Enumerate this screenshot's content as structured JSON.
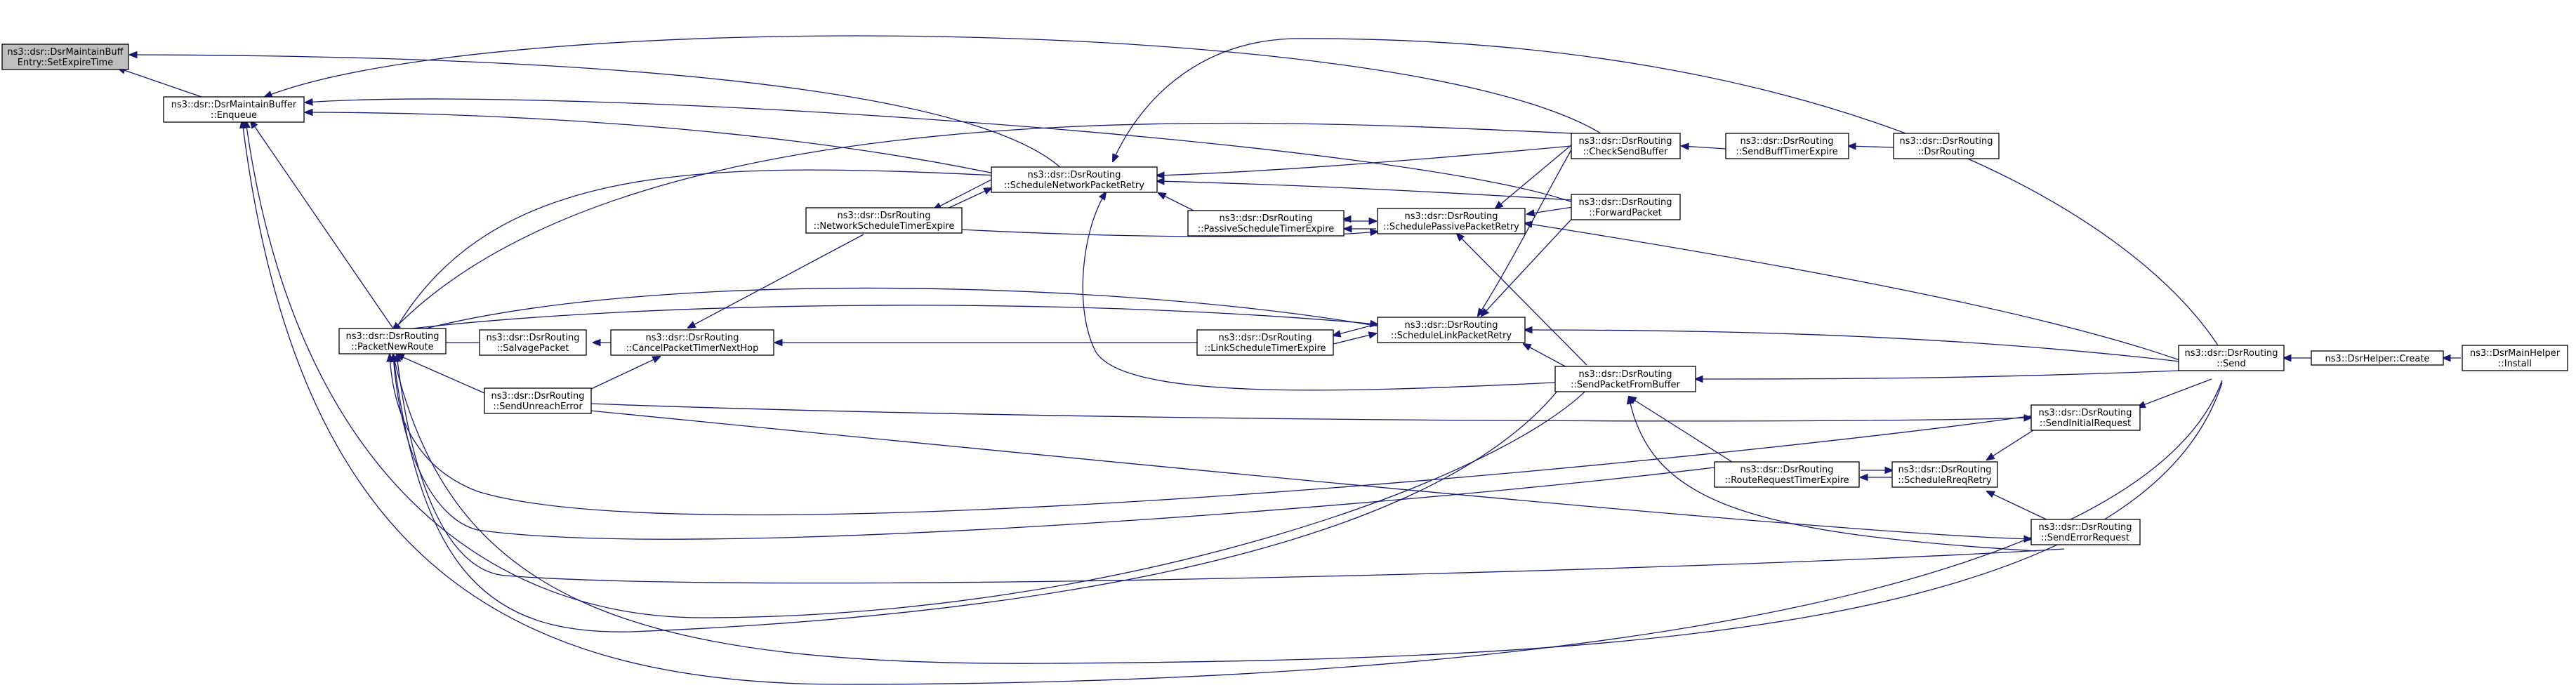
{
  "graph": {
    "title": "",
    "edge_color": "#191970",
    "root_fill": "#bfbfbf",
    "nodes": [
      {
        "id": "setExpireTime",
        "line1": "ns3::dsr::DsrMaintainBuff",
        "line2": "Entry::SetExpireTime",
        "root": true
      },
      {
        "id": "enqueue",
        "line1": "ns3::dsr::DsrMaintainBuffer",
        "line2": "::Enqueue"
      },
      {
        "id": "packetNewRoute",
        "line1": "ns3::dsr::DsrRouting",
        "line2": "::PacketNewRoute"
      },
      {
        "id": "salvagePacket",
        "line1": "ns3::dsr::DsrRouting",
        "line2": "::SalvagePacket"
      },
      {
        "id": "sendUnreachError",
        "line1": "ns3::dsr::DsrRouting",
        "line2": "::SendUnreachError"
      },
      {
        "id": "cancelPacketTimer",
        "line1": "ns3::dsr::DsrRouting",
        "line2": "::CancelPacketTimerNextHop"
      },
      {
        "id": "networkScheduleTimerExpire",
        "line1": "ns3::dsr::DsrRouting",
        "line2": "::NetworkScheduleTimerExpire"
      },
      {
        "id": "scheduleNetworkPacketRetry",
        "line1": "ns3::dsr::DsrRouting",
        "line2": "::ScheduleNetworkPacketRetry"
      },
      {
        "id": "passiveScheduleTimerExpire",
        "line1": "ns3::dsr::DsrRouting",
        "line2": "::PassiveScheduleTimerExpire"
      },
      {
        "id": "linkScheduleTimerExpire",
        "line1": "ns3::dsr::DsrRouting",
        "line2": "::LinkScheduleTimerExpire"
      },
      {
        "id": "schedulePassivePacketRetry",
        "line1": "ns3::dsr::DsrRouting",
        "line2": "::SchedulePassivePacketRetry"
      },
      {
        "id": "scheduleLinkPacketRetry",
        "line1": "ns3::dsr::DsrRouting",
        "line2": "::ScheduleLinkPacketRetry"
      },
      {
        "id": "sendPacketFromBuffer",
        "line1": "ns3::dsr::DsrRouting",
        "line2": "::SendPacketFromBuffer"
      },
      {
        "id": "checkSendBuffer",
        "line1": "ns3::dsr::DsrRouting",
        "line2": "::CheckSendBuffer"
      },
      {
        "id": "forwardPacket",
        "line1": "ns3::dsr::DsrRouting",
        "line2": "::ForwardPacket"
      },
      {
        "id": "sendBuffTimerExpire",
        "line1": "ns3::dsr::DsrRouting",
        "line2": "::SendBuffTimerExpire"
      },
      {
        "id": "dsrRouting",
        "line1": "ns3::dsr::DsrRouting",
        "line2": "::DsrRouting"
      },
      {
        "id": "routeRequestTimerExpire",
        "line1": "ns3::dsr::DsrRouting",
        "line2": "::RouteRequestTimerExpire"
      },
      {
        "id": "scheduleRreqRetry",
        "line1": "ns3::dsr::DsrRouting",
        "line2": "::ScheduleRreqRetry"
      },
      {
        "id": "sendInitialRequest",
        "line1": "ns3::dsr::DsrRouting",
        "line2": "::SendInitialRequest"
      },
      {
        "id": "sendErrorRequest",
        "line1": "ns3::dsr::DsrRouting",
        "line2": "::SendErrorRequest"
      },
      {
        "id": "send",
        "line1": "ns3::dsr::DsrRouting",
        "line2": "::Send"
      },
      {
        "id": "helperCreate",
        "line1": "ns3::DsrHelper::Create",
        "line2": ""
      },
      {
        "id": "install",
        "line1": "ns3::DsrMainHelper",
        "line2": "::Install"
      }
    ]
  }
}
